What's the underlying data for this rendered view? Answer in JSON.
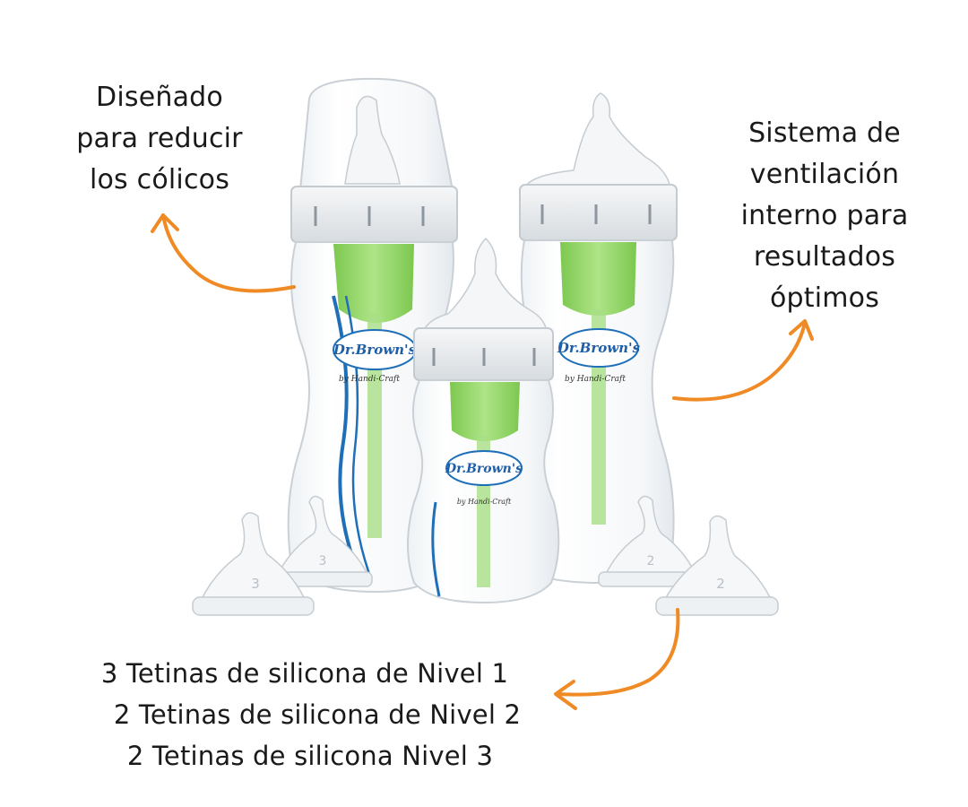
{
  "callouts": {
    "colic": [
      "Diseñado",
      "para reducir",
      "los cólicos"
    ],
    "vent": [
      "Sistema de",
      "ventilación",
      "interno para",
      "resultados",
      "óptimos"
    ],
    "teats": [
      "3 Tetinas de silicona de Nivel 1",
      "2 Tetinas de silicona de Nivel 2",
      "2 Tetinas de silicona Nivel 3"
    ]
  },
  "brand": {
    "logo": "Dr.Brown's",
    "tagline": "by Handi-Craft"
  },
  "nipple_levels": [
    "3",
    "3",
    "2",
    "2"
  ],
  "colors": {
    "arrow": "#f08a24",
    "vent_green": "#8fd45a",
    "stripe_blue": "#1f6fb8",
    "bottle_outline": "#c9d0d6"
  },
  "icons": {
    "arrow": "curved-arrow-icon"
  }
}
